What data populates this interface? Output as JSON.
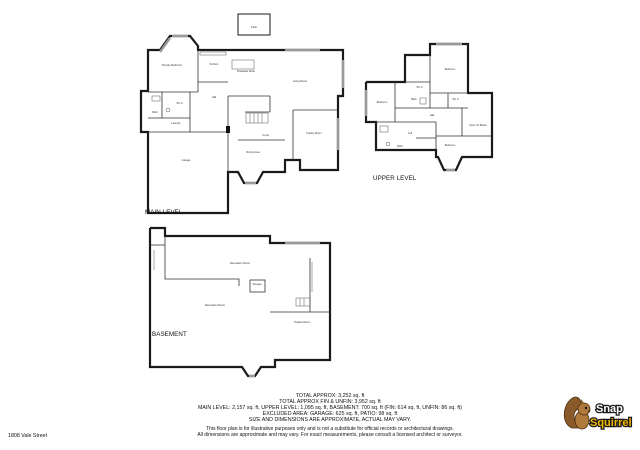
{
  "levels": {
    "main": "MAIN LEVEL",
    "upper": "UPPER LEVEL",
    "basement": "BASEMENT"
  },
  "rooms": {
    "patio": "Patio",
    "primary_bedroom": "Primary Bedroom",
    "kitchen": "Kitchen",
    "breakfast_nook": "Breakfast Nook",
    "living_room": "Living Room",
    "wic": "W.I.C.",
    "bath": "Bath",
    "hall": "Hall",
    "laundry": "Laundry",
    "garage": "Garage",
    "foyer": "Foyer",
    "dining_area": "Dining Area",
    "family_room": "Family Room",
    "bedroom": "Bedroom",
    "loft": "Loft",
    "open_to_below": "Open To Below",
    "recreation_room": "Recreation Room",
    "storage": "Storage",
    "theatre_room": "Theatre Room"
  },
  "summary": {
    "line1": "TOTAL APPROX: 3,252 sq. ft",
    "line2": "TOTAL APPROX FIN & UNFIN: 3,952 sq. ft",
    "line3": "MAIN LEVEL: 2,157 sq. ft, UPPER LEVEL: 1,095 sq. ft, BASEMENT: 700 sq. ft (FIN: 614 sq. ft, UNFIN: 86 sq. ft)",
    "line4": "EXCLUDED AREA: GARAGE: 625 sq. ft, PATIO: 98 sq. ft",
    "line5": "SIZE AND DIMENSIONS ARE APPROXIMATE, ACTUAL MAY VARY."
  },
  "disclaimer": {
    "line1": "This floor plan is for illustrative purposes only and is not a substitute for official records or architectural drawings.",
    "line2": "All dimensions are approximate and may vary. For exact measurements, please consult a licensed architect or surveyor."
  },
  "address": "1808 Vale Street",
  "logo": {
    "word1": "Snap",
    "word2": "Squirrel",
    "icon": "squirrel-icon"
  }
}
